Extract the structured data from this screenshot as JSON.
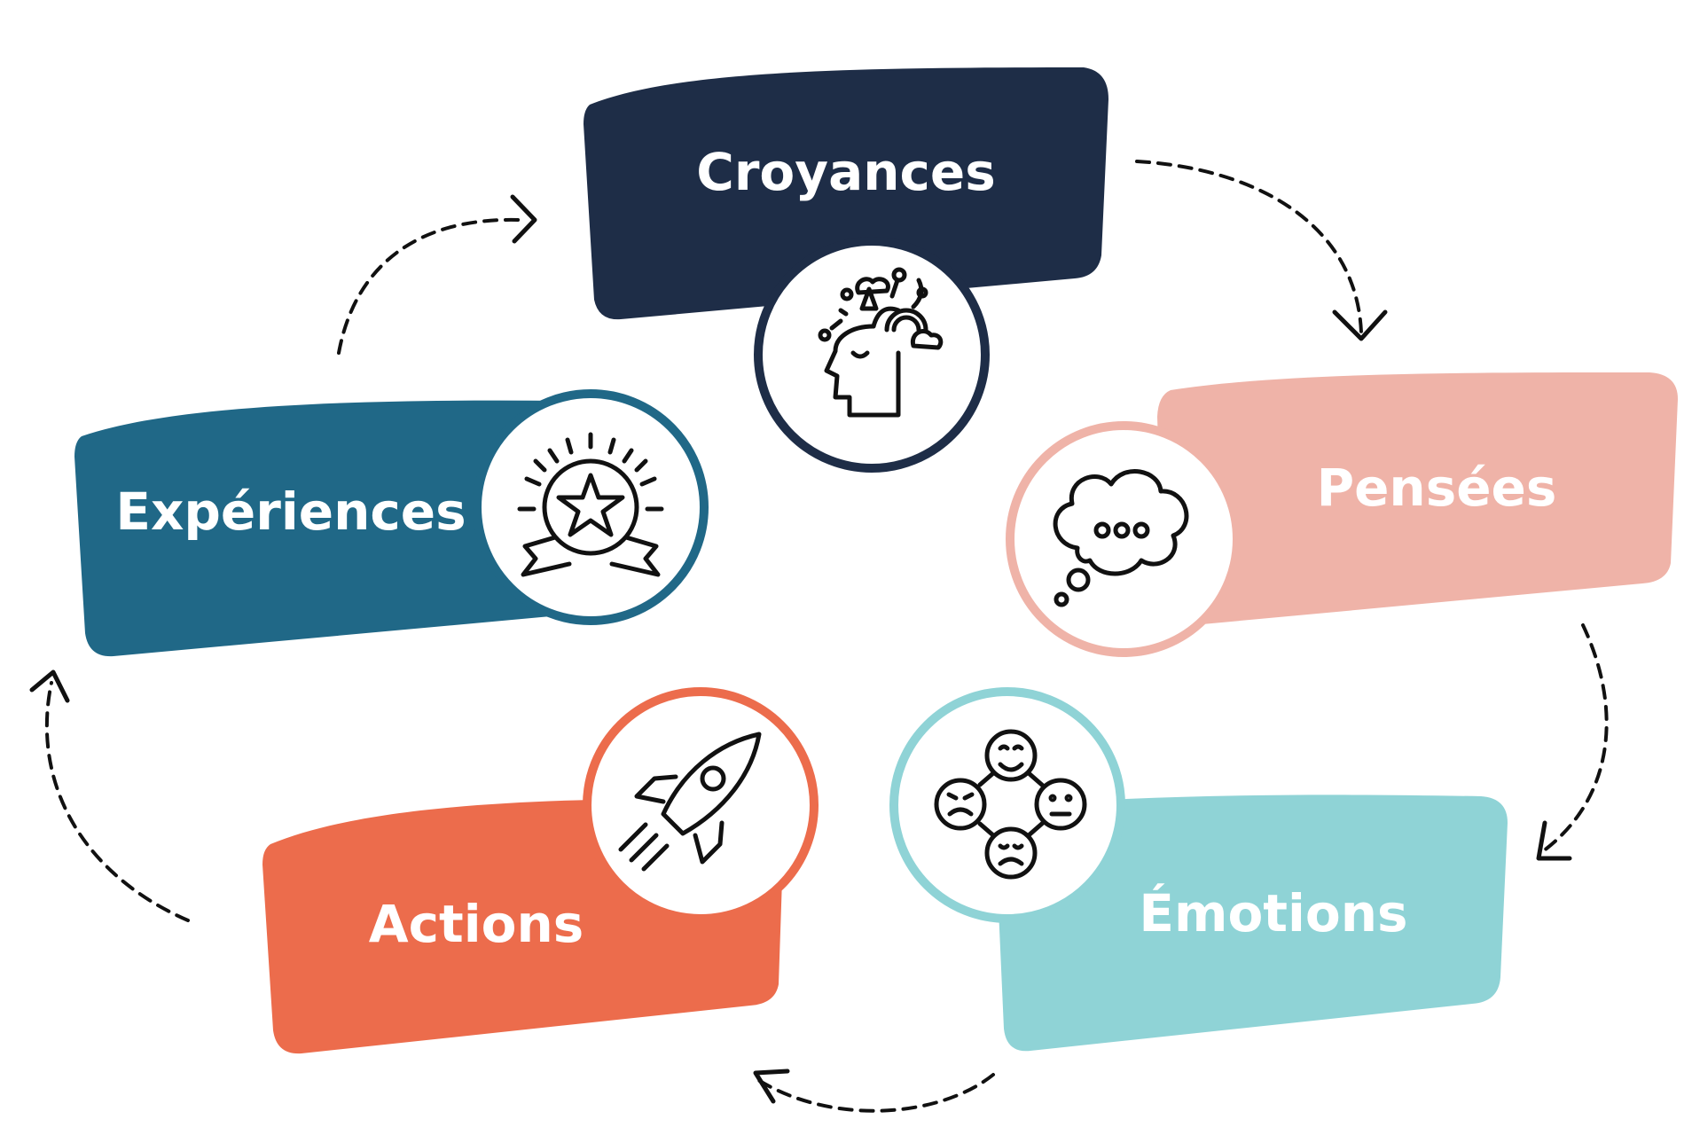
{
  "diagram": {
    "nodes": [
      {
        "id": "croyances",
        "label": "Croyances",
        "color": "#1e2d47",
        "icon": "head-thoughts-icon"
      },
      {
        "id": "pensees",
        "label": "Pensées",
        "color": "#efb3a8",
        "icon": "thought-bubble-icon"
      },
      {
        "id": "emotions",
        "label": "Émotions",
        "color": "#8fd3d6",
        "icon": "emotion-faces-icon"
      },
      {
        "id": "actions",
        "label": "Actions",
        "color": "#ec6c4c",
        "icon": "rocket-icon"
      },
      {
        "id": "experiences",
        "label": "Expériences",
        "color": "#206887",
        "icon": "star-badge-icon"
      }
    ],
    "edges": [
      {
        "from": "croyances",
        "to": "pensees"
      },
      {
        "from": "pensees",
        "to": "emotions"
      },
      {
        "from": "emotions",
        "to": "actions"
      },
      {
        "from": "actions",
        "to": "experiences"
      },
      {
        "from": "experiences",
        "to": "croyances"
      }
    ]
  }
}
